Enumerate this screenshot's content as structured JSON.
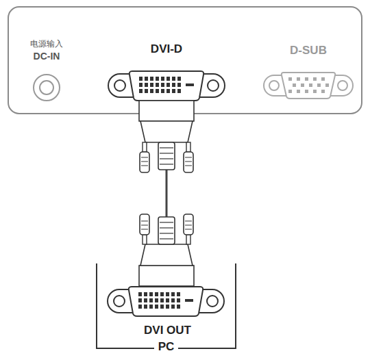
{
  "diagram": {
    "nodes": [
      {
        "text": [
          "DVI-D"
        ]
      },
      {
        "text": [
          "PC"
        ]
      },
      {
        "text": [
          "DVI OUT"
        ],
        "in": 1
      }
    ],
    "edges": [
      {
        "from": 0,
        "to": 2,
        "arrow": "none"
      }
    ],
    "labels": [
      "电源输入",
      "DC-IN",
      "D-SUB"
    ]
  }
}
